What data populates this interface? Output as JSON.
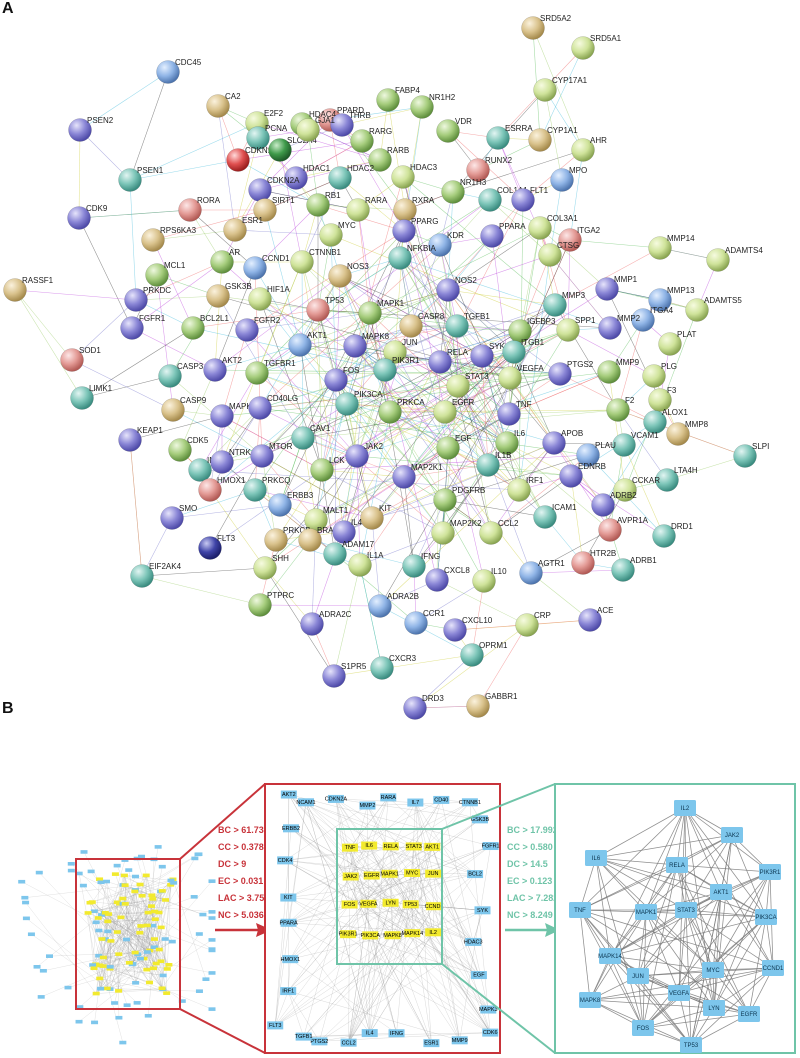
{
  "panels": {
    "a_label": "A",
    "b_label": "B"
  },
  "ppi_network": {
    "nodes": [
      "SRD5A2",
      "SRD5A1",
      "CYP17A1",
      "CYP1A1",
      "AHR",
      "CDC45",
      "PPARD",
      "FABP4",
      "CA2",
      "E2F2",
      "HDAC4",
      "THRB",
      "NR1H2",
      "VDR",
      "ESRRA",
      "PSEN2",
      "PCNA",
      "CDKN1",
      "SLC2A4",
      "GJA1",
      "RARG",
      "RARB",
      "RUNX2",
      "HDAC1",
      "HDAC2",
      "HDAC3",
      "NR1H3",
      "MPO",
      "PSEN1",
      "CDKN2A",
      "SIRT1",
      "RB1",
      "RARA",
      "RXRA",
      "COL1A1",
      "FLT1",
      "ITGA2",
      "CDK9",
      "RORA",
      "ESR1",
      "MYC",
      "PPARG",
      "KDR",
      "PPARA",
      "COL3A1",
      "CTSG",
      "MMP14",
      "ADAMTS4",
      "RPS6KA3",
      "MCL1",
      "AR",
      "CCND1",
      "CTNNB1",
      "NOS3",
      "NFKBIA",
      "NOS2",
      "MMP3",
      "MMP1",
      "MMP13",
      "ADAMTS5",
      "RASSF1",
      "PRKDC",
      "GSK3B",
      "HIF1A",
      "TP53",
      "MAPK1",
      "CASP8",
      "TGFB1",
      "IGFBP3",
      "SPP1",
      "ITGA4",
      "MMP2",
      "PLAT",
      "FGFR1",
      "BCL2L1",
      "FGFR2",
      "AKT1",
      "MAPK8",
      "JUN",
      "SYK",
      "ITGB1",
      "SOD1",
      "CASP3",
      "AKT2",
      "TGFBR1",
      "FOS",
      "PIK3R1",
      "RELA",
      "STAT3",
      "VEGFA",
      "PTGS2",
      "MMP9",
      "PLG",
      "F3",
      "LIMK1",
      "CASP9",
      "MAPK9",
      "CD40LG",
      "PIK3CA",
      "PRKCA",
      "EGFR",
      "TNF",
      "F2",
      "ALOX1",
      "KEAP1",
      "CDK5",
      "CAV1",
      "JAK2",
      "IL6",
      "APOB",
      "VCAM1",
      "MMP8",
      "SLPI",
      "INSR",
      "NTRK",
      "MTOR",
      "LCK",
      "EGF",
      "IL1B",
      "PLAU",
      "LTA4H",
      "HMOX1",
      "PRKCQ",
      "MAP2K1",
      "IRF1",
      "EDNRB",
      "CCKAR",
      "ERBB3",
      "MALT1",
      "PDGFRB",
      "ICAM1",
      "ADRB2",
      "SMO",
      "FLT3",
      "PRKCB",
      "BRAF",
      "KIT",
      "MAP2K2",
      "CCL2",
      "AVPR1A",
      "DRD1",
      "IL4",
      "ADAM17",
      "IL1A",
      "IFNG",
      "CXCL8",
      "IL10",
      "AGTR1",
      "HTR2B",
      "ADRB1",
      "EIF2AK4",
      "SHH",
      "PTPRC",
      "ADRA2C",
      "ADRA2B",
      "CCR1",
      "CXCL10",
      "CRP",
      "ACE",
      "OPRM1",
      "S1PR5",
      "CXCR3",
      "GABBR1",
      "DRD3"
    ]
  },
  "pipeline": {
    "stage1_criteria": [
      "BC > 61.739",
      "CC > 0.378",
      "DC > 9",
      "EC > 0.031",
      "LAC > 3.75",
      "NC > 5.036"
    ],
    "stage2_criteria": [
      "BC > 17.992",
      "CC > 0.580",
      "DC > 14.5",
      "EC > 0.123",
      "LAC > 7.282",
      "NC > 8.249"
    ],
    "stage2_outer_nodes": [
      "AKT2",
      "NCAM1",
      "CDKN2A",
      "MMP2",
      "RARA",
      "IL7",
      "CD40",
      "CTNNB1",
      "GSK3B",
      "FGFR1",
      "BCL2",
      "SYK",
      "HDAC3",
      "EGF",
      "MAPK3",
      "CDK6",
      "MMP9",
      "ESR1",
      "IFNG",
      "IL4",
      "CCL2",
      "PTGS2",
      "TGFB1",
      "FLT3",
      "IRF1",
      "HMOX1",
      "PPARA",
      "KIT",
      "CDK4",
      "ERBB2"
    ],
    "stage2_core_nodes": [
      "TNF",
      "IL6",
      "RELA",
      "STAT3",
      "AKT1",
      "JAK2",
      "EGFR",
      "MAPK1",
      "MYC",
      "JUN",
      "FOS",
      "VEGFA",
      "LYN",
      "TP53",
      "CCND1",
      "PIK3R1",
      "PIK3CA",
      "MAPK8",
      "MAPK14",
      "IL2"
    ],
    "hub_nodes": [
      "IL2",
      "JAK2",
      "IL6",
      "RELA",
      "PIK3R1",
      "TNF",
      "AKT1",
      "MAPK1",
      "STAT3",
      "PIK3CA",
      "MAPK14",
      "CCND1",
      "JUN",
      "MYC",
      "MAPK8",
      "VEGFA",
      "EGFR",
      "LYN",
      "FOS",
      "TP53"
    ],
    "colors": {
      "red": "#c8333a",
      "teal": "#6fc4a8",
      "node_blue": "#7dc6ec",
      "core_yellow": "#f2ea2e"
    }
  }
}
